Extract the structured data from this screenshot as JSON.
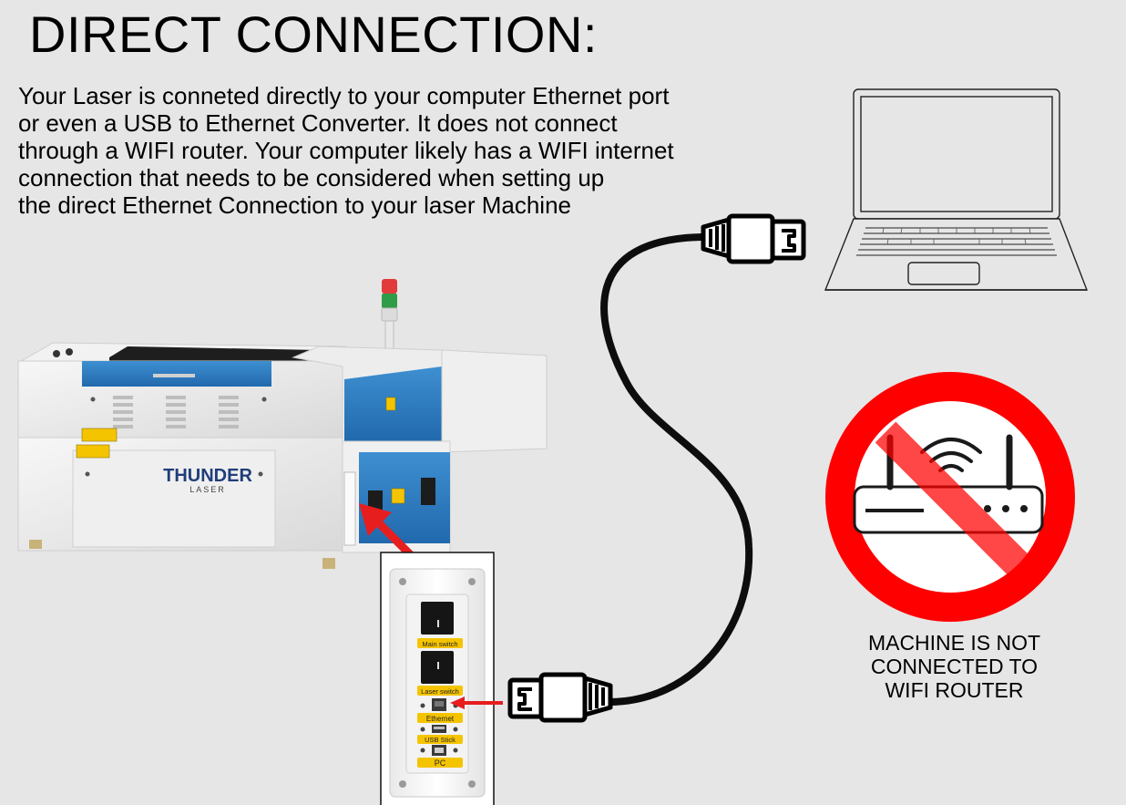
{
  "title": "DIRECT CONNECTION:",
  "intro_lines": [
    "Your Laser is conneted directly to your computer Ethernet port",
    "or even a USB to Ethernet Converter. It does not connect",
    "through a WIFI router. Your computer likely has a WIFI internet",
    "connection that needs to be considered when setting up",
    "the direct Ethernet Connection to your laser Machine"
  ],
  "machine": {
    "brand_line1": "THUNDER",
    "brand_line2": "LASER"
  },
  "panel_labels": {
    "main_switch": "Main switch",
    "laser_switch": "Laser switch",
    "ethernet": "Ethernet",
    "usb_stick": "USB Stick",
    "pc": "PC"
  },
  "wifi_caption_lines": [
    "MACHINE IS NOT",
    "CONNECTED TO",
    "WIFI ROUTER"
  ],
  "colors": {
    "background": "#e6e6e6",
    "machine_blue": "#2f7fc1",
    "warning_red": "#ff0000",
    "label_yellow": "#f5c400",
    "arrow_red": "#e61e1e"
  }
}
